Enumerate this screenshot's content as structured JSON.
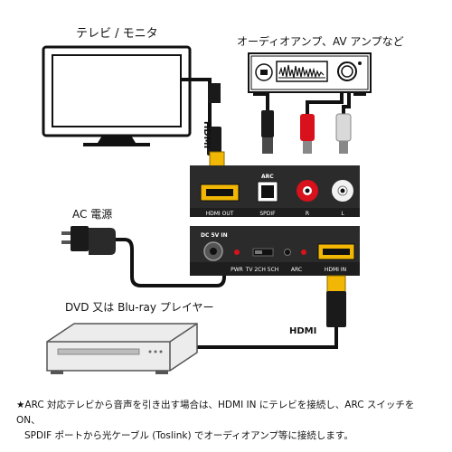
{
  "devices": {
    "tv_label": "テレビ / モニタ",
    "amp_label": "オーディオアンプ、AV アンプなど",
    "ac_label": "AC 電源",
    "dvd_label": "DVD 又は Blu-ray プレイヤー"
  },
  "cables": {
    "hdmi_vertical": "HDMI",
    "hdmi_bottom": "HDMI"
  },
  "box_front": {
    "arc_top": "ARC",
    "ports": [
      "HDMI OUT",
      "SPDIF",
      "R",
      "L"
    ]
  },
  "box_back": {
    "dc_label": "DC 5V IN",
    "ports": [
      "PWR",
      "TV 2CH 5CH",
      "ARC",
      "HDMI IN"
    ]
  },
  "note": {
    "line1": "★ARC 対応テレビから音声を引き出す場合は、HDMI IN にテレビを接続し、ARC スイッチを ON、",
    "line2": "SPDIF ポートから光ケーブル (Toslink) でオーディオアンプ等に接続します。"
  },
  "colors": {
    "hdmi_gold": "#f2b705",
    "rca_red": "#d8111c",
    "rca_white": "#d9d9d9",
    "box_dark": "#2b2b2b"
  }
}
